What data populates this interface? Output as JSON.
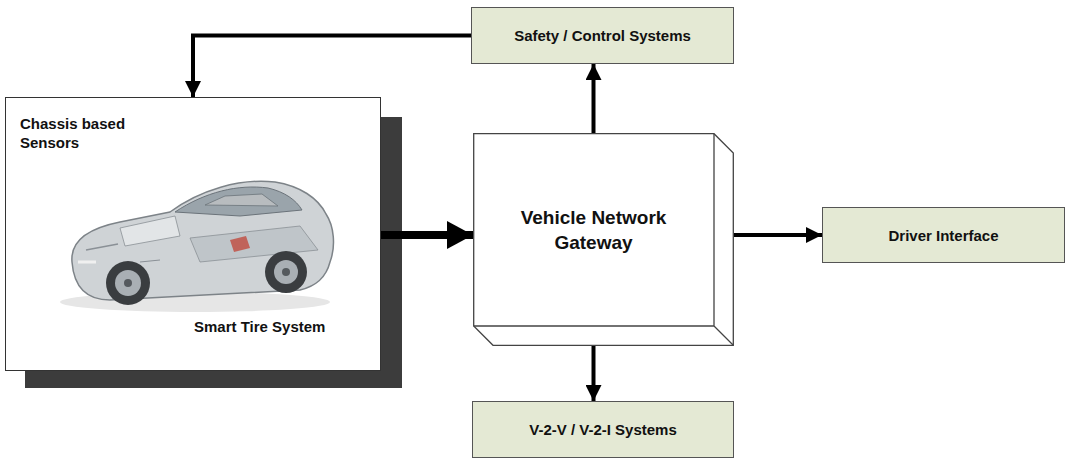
{
  "diagram": {
    "nodes": [
      {
        "text": [
          "Chassis based Sensors",
          "Smart Tire System"
        ]
      },
      {
        "text": [
          "Vehicle Network Gateway"
        ]
      },
      {
        "text": [
          "Safety / Control Systems"
        ]
      },
      {
        "text": [
          "Driver Interface"
        ]
      },
      {
        "text": [
          "V-2-V / V-2-I Systems"
        ]
      }
    ],
    "edges": [
      {
        "from": 0,
        "to": 1,
        "arrow": "to"
      },
      {
        "from": 1,
        "to": 2,
        "arrow": "to"
      },
      {
        "from": 2,
        "to": 0,
        "arrow": "to"
      },
      {
        "from": 1,
        "to": 3,
        "arrow": "to"
      },
      {
        "from": 1,
        "to": 4,
        "arrow": "to"
      }
    ]
  }
}
